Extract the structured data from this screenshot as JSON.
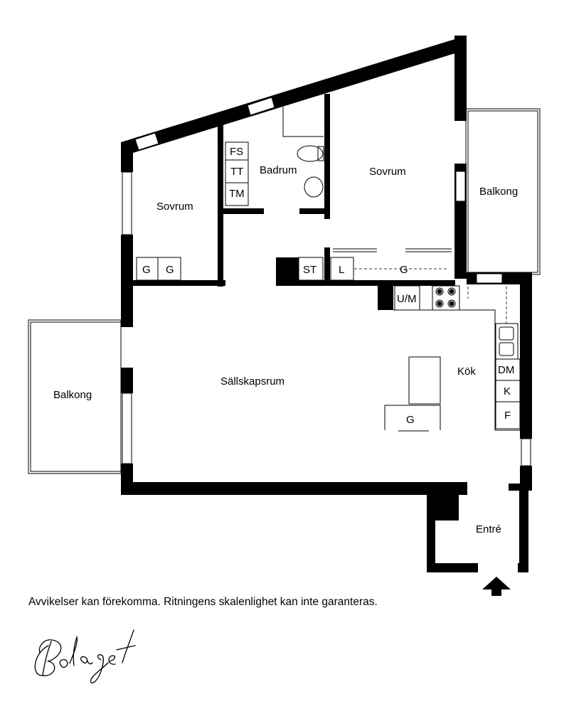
{
  "rooms": {
    "sovrum_left": "Sovrum",
    "badrum": "Badrum",
    "sovrum_right": "Sovrum",
    "balkong_right": "Balkong",
    "balkong_left": "Balkong",
    "sallskapsrum": "Sällskapsrum",
    "kok": "Kök",
    "entre": "Entré"
  },
  "fixtures": {
    "fs": "FS",
    "tt": "TT",
    "tm": "TM",
    "g_left_1": "G",
    "g_left_2": "G",
    "st": "ST",
    "l": "L",
    "g_right": "G",
    "um": "U/M",
    "dm": "DM",
    "k": "K",
    "f": "F",
    "g_island": "G"
  },
  "disclaimer": "Avvikelser kan förekomma. Ritningens skalenlighet kan inte garanteras.",
  "logo_text": "Bolaget",
  "colors": {
    "wall": "#000000",
    "background": "#ffffff",
    "thin_line": "#000000"
  },
  "icons": {
    "entry_arrow": "entry-arrow-icon"
  }
}
